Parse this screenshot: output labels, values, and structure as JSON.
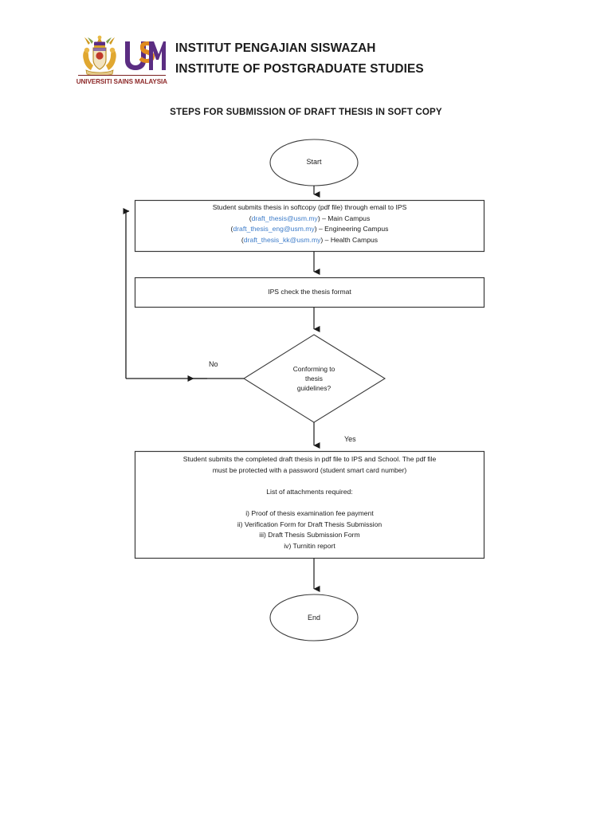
{
  "header": {
    "logo_alt": "usm-logo",
    "logo_banner_text": "UNIVERSITI SAINS MALAYSIA",
    "logo_wordmark": "USM",
    "org_name_malay": "INSTITUT PENGAJIAN SISWAZAH",
    "org_name_english": "INSTITUTE OF POSTGRADUATE STUDIES"
  },
  "document": {
    "title": "STEPS FOR SUBMISSION OF DRAFT THESIS IN SOFT COPY"
  },
  "colors": {
    "link_blue": "#3d7cc9",
    "logo_purple": "#5b2d82",
    "logo_gold": "#d9a227",
    "banner_red": "#8e2a2a",
    "stroke": "#3a3a3a",
    "text": "#1a1a1a"
  },
  "flowchart": {
    "type": "flowchart",
    "nodes": [
      {
        "id": "start",
        "shape": "oval",
        "label": "Start"
      },
      {
        "id": "submit-softcopy",
        "shape": "process",
        "lines": [
          {
            "text": "Student submits thesis in softcopy (pdf file) through email to IPS"
          },
          {
            "prefix": "(",
            "email": "draft_thesis@usm.my",
            "suffix": ") – Main Campus"
          },
          {
            "prefix": "(",
            "email": "draft_thesis_eng@usm.my",
            "suffix": ") – Engineering Campus"
          },
          {
            "prefix": "(",
            "email": "draft_thesis_kk@usm.my",
            "suffix": ") – Health Campus"
          }
        ]
      },
      {
        "id": "ips-check",
        "shape": "process",
        "label": "IPS check the thesis format"
      },
      {
        "id": "conforming",
        "shape": "decision",
        "lines": [
          "Conforming to",
          "thesis",
          "guidelines?"
        ]
      },
      {
        "id": "submit-completed",
        "shape": "process",
        "lines": [
          "Student submits the completed draft thesis in pdf file to IPS and School. The pdf file",
          "must be protected with a password (student smart card number)",
          "",
          "List of attachments required:",
          "",
          "i) Proof of thesis examination fee payment",
          "ii) Verification Form for Draft Thesis Submission",
          "iii) Draft Thesis Submission Form",
          "iv) Turnitin report"
        ]
      },
      {
        "id": "end",
        "shape": "oval",
        "label": "End"
      }
    ],
    "edges": [
      {
        "from": "start",
        "to": "submit-softcopy",
        "label": ""
      },
      {
        "from": "submit-softcopy",
        "to": "ips-check",
        "label": ""
      },
      {
        "from": "ips-check",
        "to": "conforming",
        "label": ""
      },
      {
        "from": "conforming",
        "to": "submit-softcopy",
        "label": "No"
      },
      {
        "from": "conforming",
        "to": "submit-completed",
        "label": "Yes"
      },
      {
        "from": "submit-completed",
        "to": "end",
        "label": ""
      }
    ],
    "labels": {
      "no": "No",
      "yes": "Yes"
    }
  }
}
